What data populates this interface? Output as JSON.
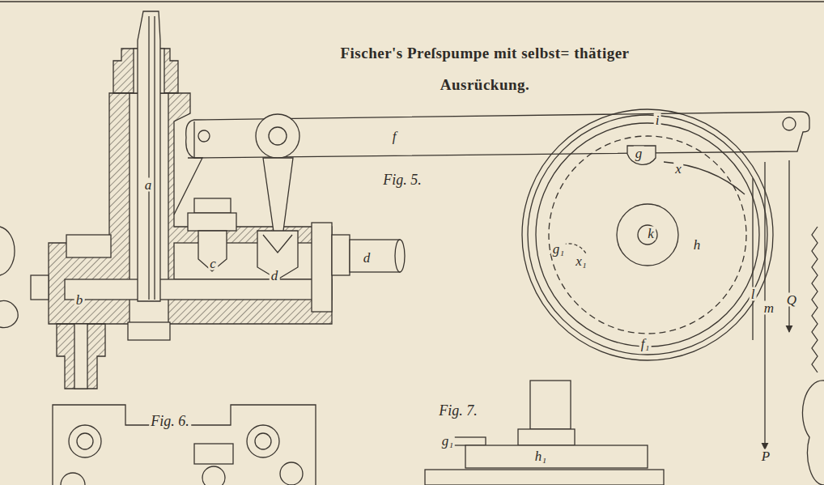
{
  "diagram": {
    "title": "Fischer's Preſspumpe mit selbst= thätiger Ausrückung.",
    "labels": [
      "a",
      "b",
      "c",
      "d",
      "d",
      "f",
      "Fig. 5.",
      "i",
      "g",
      "x",
      "k",
      "h",
      "g₁",
      "x₁",
      "l",
      "m",
      "Q",
      "f₁",
      "P",
      "Fig. 6.",
      "Fig. 7.",
      "g₁",
      "h₁"
    ]
  }
}
